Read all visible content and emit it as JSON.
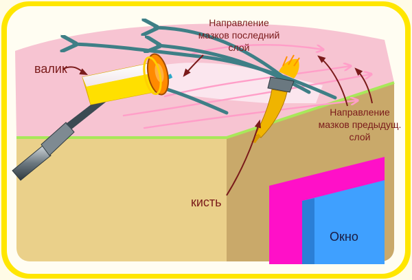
{
  "labels": {
    "roller": "валик",
    "brush": "кисть",
    "last_layer_line1": "Направление",
    "last_layer_line2": "мазков последний",
    "last_layer_line3": "слой",
    "prev_layer_line1": "Направление",
    "prev_layer_line2": "мазков предыдущ.",
    "prev_layer_line3": "слой",
    "window": "Окно"
  },
  "colors": {
    "frame": "#ffe600",
    "ceiling": "#f7c4d2",
    "wall": "#ead08a",
    "wall_side": "#c9a96a",
    "cornice": "#a8e85a",
    "window_frame": "#ff10c8",
    "window_glass": "#3fa0ff",
    "last_strokes": "#3e7f86",
    "prev_strokes": "#ff9ec8",
    "label_text": "#7a1a1a",
    "pointer": "#7a1a1a"
  },
  "icons": {
    "roller": "paint-roller-icon",
    "brush": "paint-brush-icon"
  }
}
